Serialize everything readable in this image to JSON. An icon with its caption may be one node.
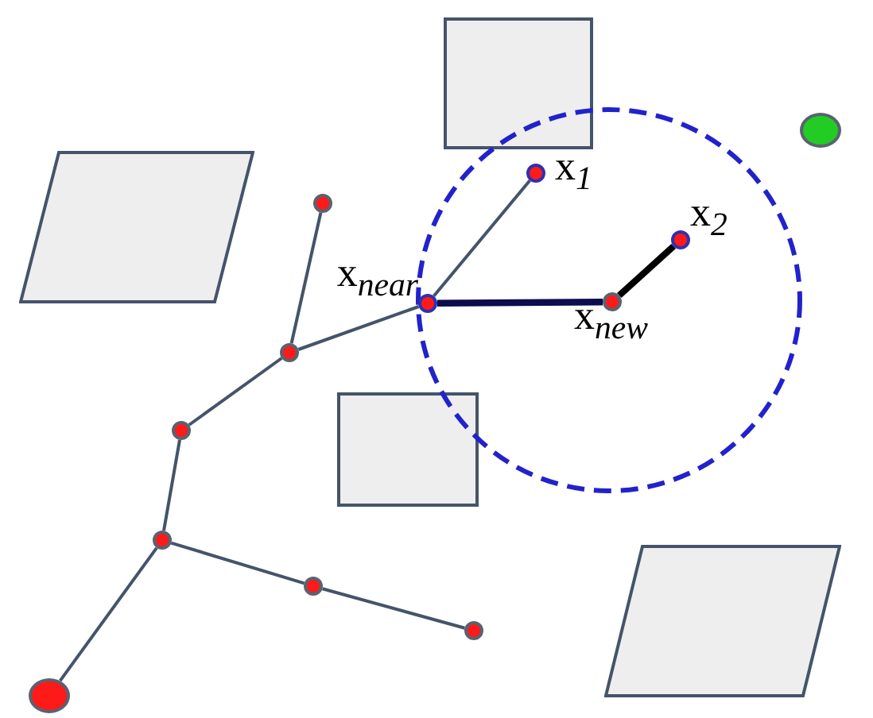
{
  "diagram": {
    "nodes": [
      {
        "text": [],
        "shape": "box"
      },
      {
        "text": [],
        "shape": "circle"
      },
      {
        "text": [],
        "shape": "parallelogram"
      },
      {
        "text": [],
        "shape": "circle",
        "beside": [
          "x$_{1}$"
        ]
      },
      {
        "text": [],
        "shape": "circle"
      },
      {
        "text": [],
        "shape": "circle",
        "beside": [
          "x$_{2}$"
        ]
      },
      {
        "text": [],
        "shape": "circle",
        "beside": [
          "x$_{near}$"
        ]
      },
      {
        "text": [],
        "shape": "circle",
        "beside": [
          "x$_{new}$"
        ]
      },
      {
        "text": [],
        "shape": "circle"
      },
      {
        "text": [],
        "shape": "box"
      },
      {
        "text": [],
        "shape": "circle"
      },
      {
        "text": [],
        "shape": "circle"
      },
      {
        "text": [],
        "shape": "parallelogram"
      },
      {
        "text": [],
        "shape": "circle"
      },
      {
        "text": [],
        "shape": "circle"
      },
      {
        "text": [],
        "shape": "circle"
      }
    ],
    "edges": [
      {
        "from": 15,
        "to": 11,
        "arrow": "none"
      },
      {
        "from": 11,
        "to": 10,
        "arrow": "none"
      },
      {
        "from": 10,
        "to": 8,
        "arrow": "none"
      },
      {
        "from": 8,
        "to": 4,
        "arrow": "none"
      },
      {
        "from": 8,
        "to": 6,
        "arrow": "none"
      },
      {
        "from": 6,
        "to": 3,
        "arrow": "none"
      },
      {
        "from": 6,
        "to": 7,
        "arrow": "none",
        "style": "thick",
        "color": "#0c0c4e"
      },
      {
        "from": 7,
        "to": 5,
        "arrow": "none",
        "style": "thick",
        "color": "#000000"
      },
      {
        "from": 11,
        "to": 13,
        "arrow": "none"
      },
      {
        "from": 13,
        "to": 14,
        "arrow": "none"
      }
    ]
  }
}
